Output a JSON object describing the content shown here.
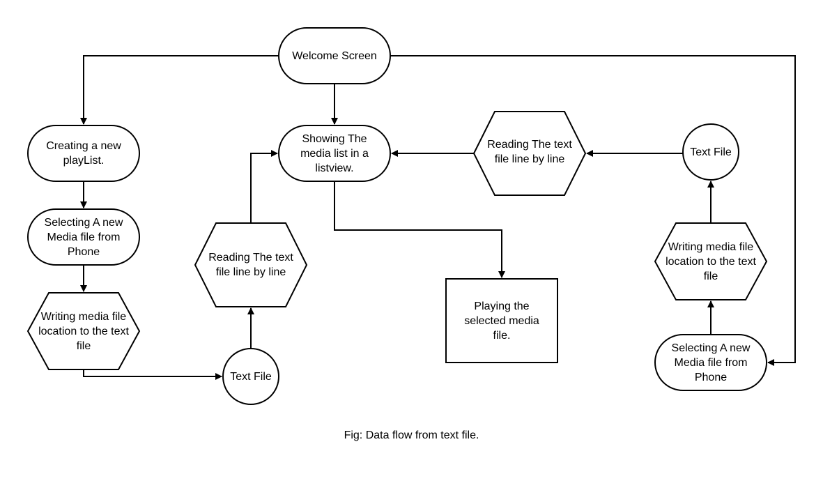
{
  "nodes": {
    "welcome": "Welcome Screen",
    "create_playlist": "Creating a new\nplayList.",
    "select_media_left": "Selecting A new\nMedia file from\nPhone",
    "write_left": "Writing media file\nlocation to the text\nfile",
    "text_file_left": "Text File",
    "read_left": "Reading The  text\nfile line by line",
    "show_list": "Showing The\nmedia list in a\nlistview.",
    "play": "Playing the\nselected media\nfile.",
    "read_right": "Reading The  text\nfile line by line",
    "text_file_right": "Text File",
    "write_right": "Writing media file\nlocation to the text\nfile",
    "select_media_right": "Selecting A new\nMedia file from\nPhone"
  },
  "caption": "Fig: Data flow from text file."
}
